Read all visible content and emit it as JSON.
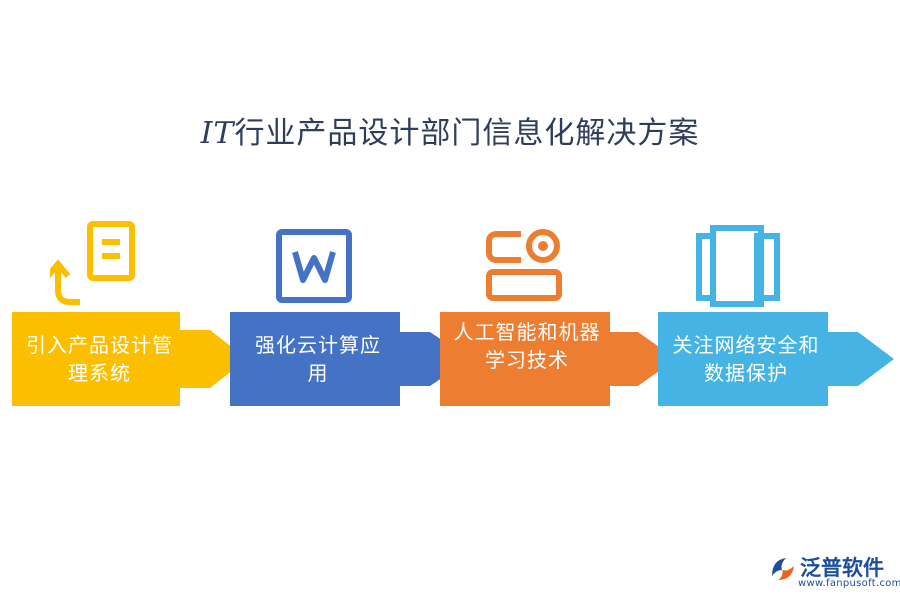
{
  "title": {
    "lead": "IT",
    "rest": "行业产品设计部门信息化解决方案"
  },
  "steps": [
    {
      "label": "引入产品设计管理系统",
      "icon": "document-return-icon",
      "color": "#fbbf00"
    },
    {
      "label": "强化云计算应用",
      "icon": "word-document-icon",
      "color": "#4472c4"
    },
    {
      "label": "人工智能和机器学习技术",
      "icon": "robot-id-icon",
      "color": "#ed7d31"
    },
    {
      "label": "关注网络安全和数据保护",
      "icon": "layered-panels-icon",
      "color": "#45b3e3"
    }
  ],
  "logo": {
    "brand": "泛普软件",
    "url": "www.fanpusoft.com",
    "color": "#1c4e9c"
  }
}
